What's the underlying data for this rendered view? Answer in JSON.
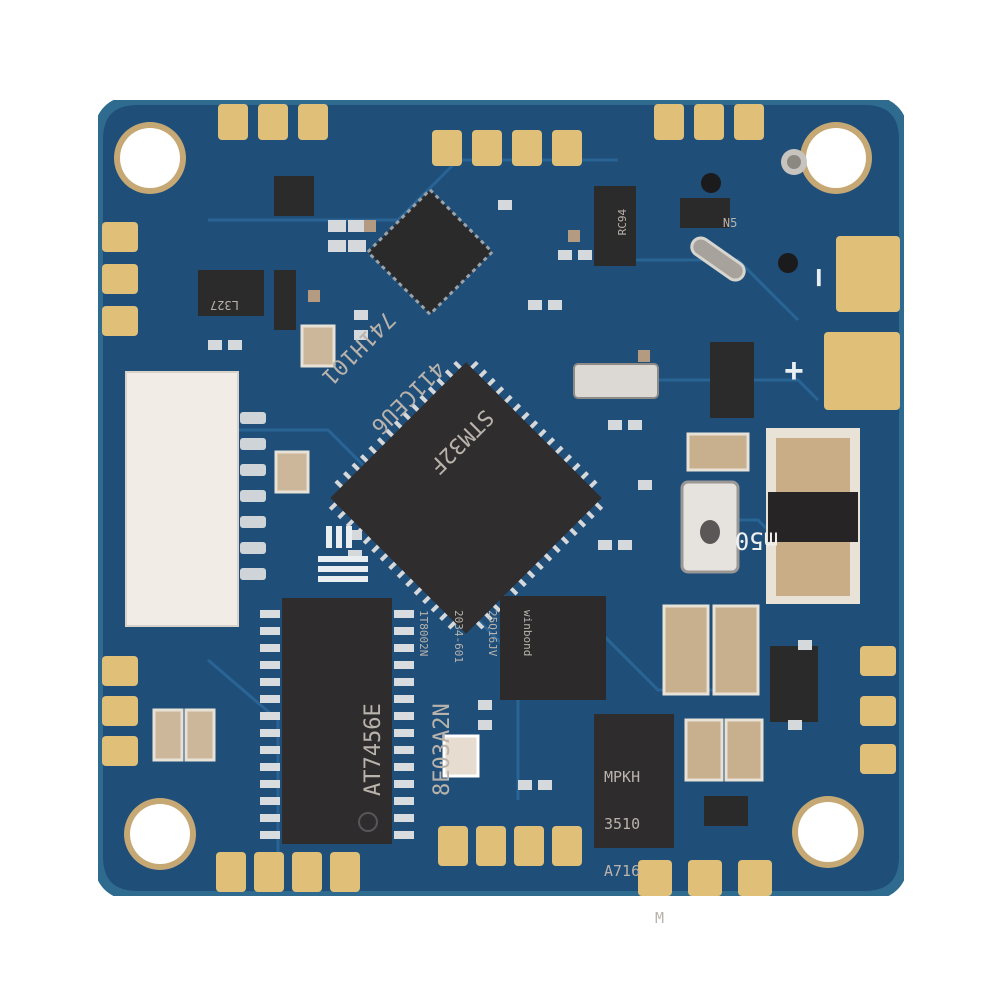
{
  "image": {
    "subject": "Flight controller PCB (top view)",
    "board_color": "#1f4f7a",
    "pad_color": "#e2c27c"
  },
  "components": {
    "mcu": {
      "line1": "STM32F",
      "line2": "411CEU6",
      "line3": "741H101"
    },
    "osd_chip": {
      "line1": "AT7456E",
      "line2": "8E03A2N"
    },
    "flash_chip": {
      "line1": "winbond",
      "line2": "25Q16JV",
      "line3": "2034-601",
      "line4": "1T8002N"
    },
    "regulator_chip": {
      "line1": "MPKH",
      "line2": "3510",
      "line3": "A716",
      "line4": "M"
    },
    "shunt_resistor": {
      "label": "m50"
    },
    "sot23_left": {
      "label": "L327"
    },
    "sot_top_right": {
      "label": "RC94"
    },
    "small_sot": {
      "label": "N5"
    }
  },
  "silkscreen": {
    "minus": "−",
    "plus": "+"
  }
}
